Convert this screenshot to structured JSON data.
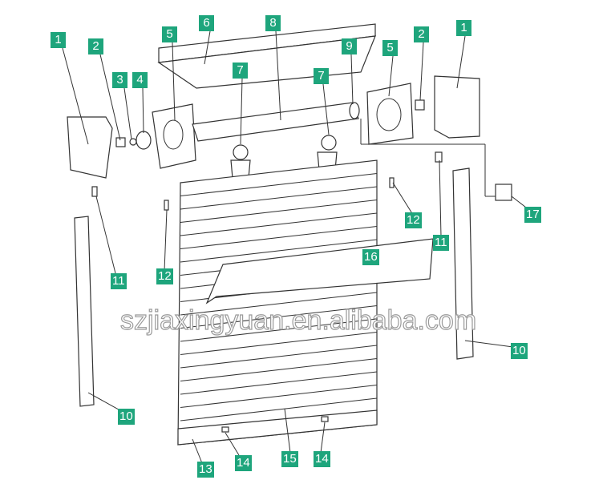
{
  "diagram": {
    "watermark": "szjiaxingyuan.en.alibaba.com",
    "label_color": "#1ea57c",
    "labels": [
      "1",
      "2",
      "3",
      "4",
      "5",
      "6",
      "7",
      "8",
      "9",
      "5",
      "2",
      "1",
      "7",
      "17",
      "12",
      "11",
      "16",
      "11",
      "12",
      "10",
      "10",
      "13",
      "14",
      "15",
      "14"
    ]
  }
}
